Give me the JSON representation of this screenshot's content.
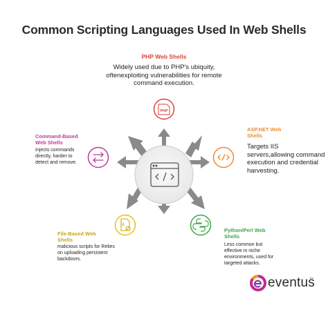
{
  "title": "Common Scripting Languages Used In Web Shells",
  "nodes": {
    "php": {
      "label": "PHP Web Shells",
      "desc": "Widely used due to PHP's ubiquity, oftenexploiting vulnerabilities for remote command execution.",
      "icon": "php-file-icon",
      "color": "#d9443f"
    },
    "asp": {
      "label": "ASP.NET Web Shells",
      "desc": "Targets IIS servers,allowing command execution and credential harvesting.",
      "icon": "asp-code-icon",
      "color": "#f08a2c"
    },
    "python": {
      "label": "Python/Perl Web Shells",
      "desc": "Less common but effective in niche environments, used for targeted attacks.",
      "icon": "python-icon",
      "color": "#3ea64a"
    },
    "file": {
      "label": "File-Based Web Shells",
      "desc": "malicious scripts for Relies on uploading persistent backdoors.",
      "icon": "file-code-icon",
      "color": "#e3c21c"
    },
    "command": {
      "label": "Command-Based Web Shells",
      "desc": "Injects commands directly, harder to detect and remove.",
      "icon": "command-arrows-icon",
      "color": "#c0399a"
    }
  },
  "center": {
    "icon": "code-window-icon"
  },
  "logo": {
    "text": "eventus",
    "tm": "TM"
  }
}
